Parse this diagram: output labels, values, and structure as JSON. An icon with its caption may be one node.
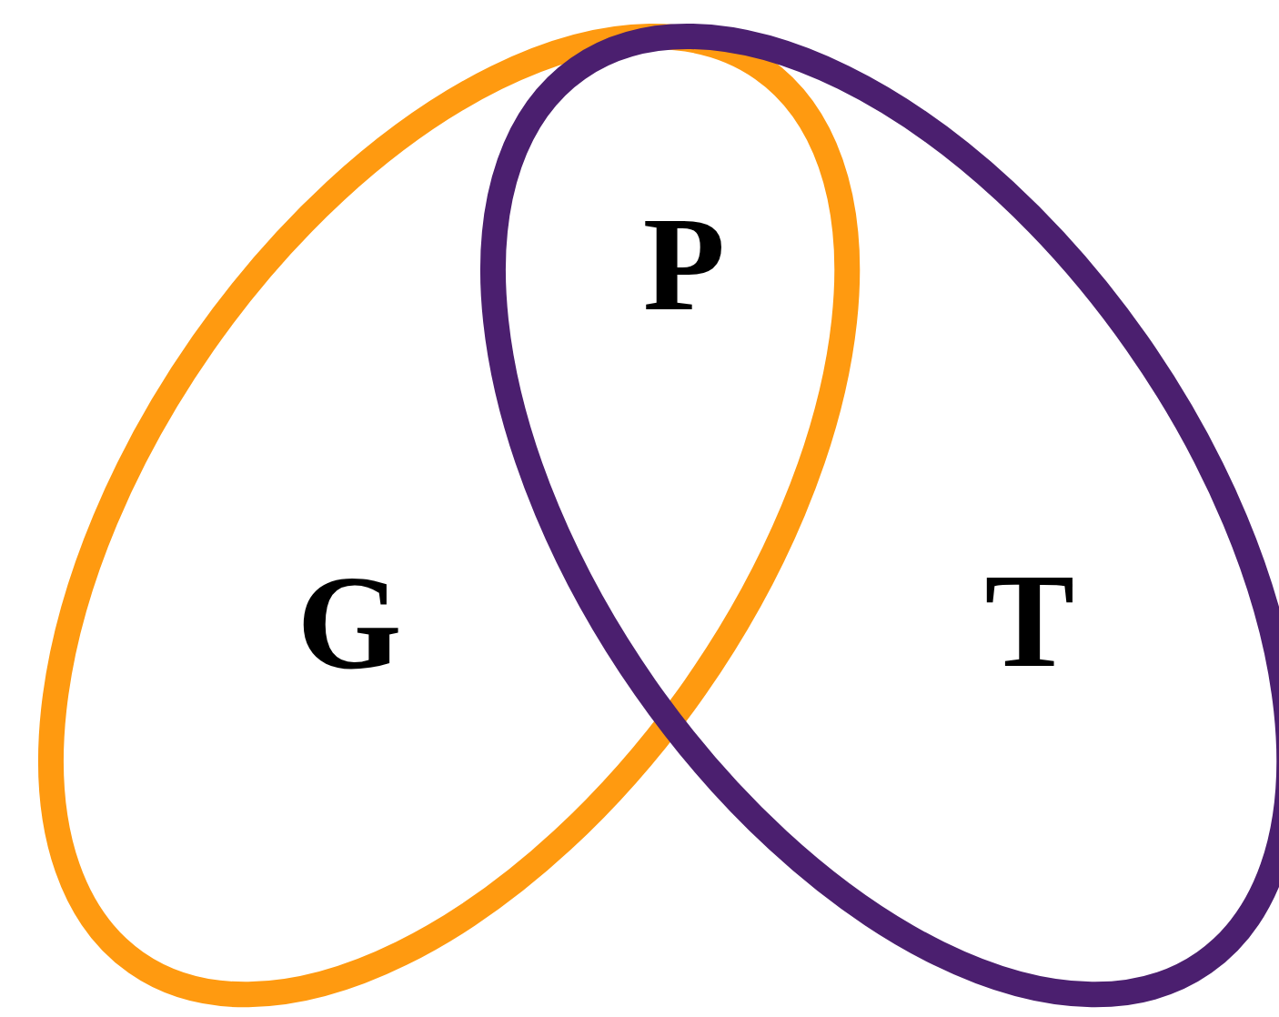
{
  "diagram": {
    "nodes": [
      {
        "text": [
          "G"
        ]
      },
      {
        "text": [
          "T"
        ]
      }
    ],
    "labels": [
      "P"
    ]
  }
}
